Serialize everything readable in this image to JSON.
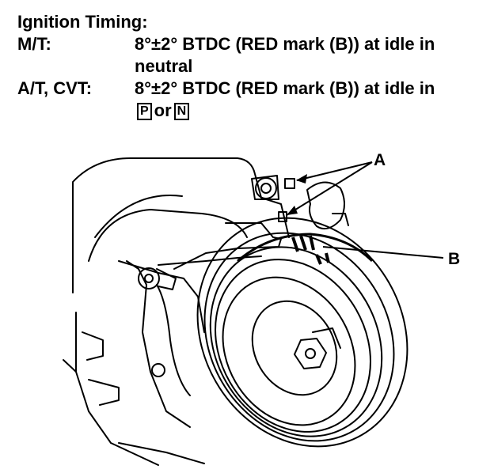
{
  "heading": "Ignition Timing:",
  "rows": [
    {
      "label": "M/T:",
      "line1": "8°±2° BTDC (RED mark (B)) at idle in",
      "line2_text": "neutral"
    },
    {
      "label": "A/T, CVT:",
      "line1": "8°±2° BTDC (RED mark (B)) at idle in",
      "box1": "P",
      "or_text": "or",
      "box2": "N"
    }
  ],
  "diagram": {
    "callout_a": "A",
    "callout_b": "B"
  }
}
